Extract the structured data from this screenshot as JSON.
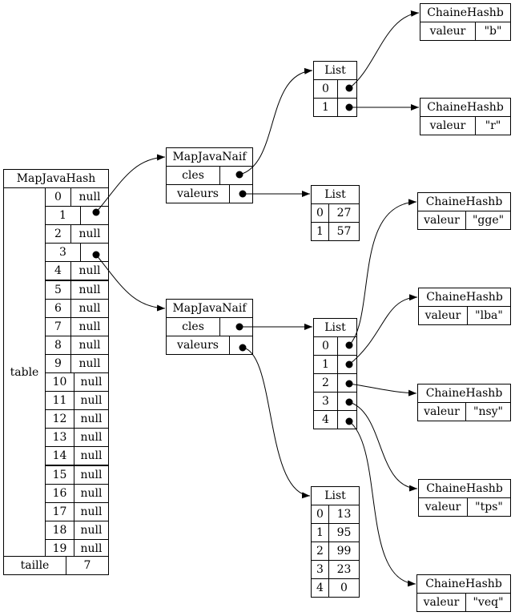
{
  "map_hash": {
    "title": "MapJavaHash",
    "table_label": "table",
    "table": [
      {
        "index": "0",
        "value": "null"
      },
      {
        "index": "1",
        "value": ""
      },
      {
        "index": "2",
        "value": "null"
      },
      {
        "index": "3",
        "value": ""
      },
      {
        "index": "4",
        "value": "null"
      },
      {
        "index": "5",
        "value": "null"
      },
      {
        "index": "6",
        "value": "null"
      },
      {
        "index": "7",
        "value": "null"
      },
      {
        "index": "8",
        "value": "null"
      },
      {
        "index": "9",
        "value": "null"
      },
      {
        "index": "10",
        "value": "null"
      },
      {
        "index": "11",
        "value": "null"
      },
      {
        "index": "12",
        "value": "null"
      },
      {
        "index": "13",
        "value": "null"
      },
      {
        "index": "14",
        "value": "null"
      },
      {
        "index": "15",
        "value": "null"
      },
      {
        "index": "16",
        "value": "null"
      },
      {
        "index": "17",
        "value": "null"
      },
      {
        "index": "18",
        "value": "null"
      },
      {
        "index": "19",
        "value": "null"
      }
    ],
    "size_label": "taille",
    "size_value": "7"
  },
  "naif_1": {
    "title": "MapJavaNaif",
    "keys_label": "cles",
    "values_label": "valeurs"
  },
  "naif_2": {
    "title": "MapJavaNaif",
    "keys_label": "cles",
    "values_label": "valeurs"
  },
  "list_keys_1": {
    "title": "List",
    "indices": [
      "0",
      "1"
    ]
  },
  "list_values_1": {
    "title": "List",
    "indices": [
      "0",
      "1"
    ],
    "values": [
      "27",
      "57"
    ]
  },
  "list_keys_2": {
    "title": "List",
    "indices": [
      "0",
      "1",
      "2",
      "3",
      "4"
    ]
  },
  "list_values_2": {
    "title": "List",
    "indices": [
      "0",
      "1",
      "2",
      "3",
      "4"
    ],
    "values": [
      "13",
      "95",
      "99",
      "23",
      "0"
    ]
  },
  "strings": [
    {
      "title": "ChaineHashb",
      "field": "valeur",
      "value": "\"b\""
    },
    {
      "title": "ChaineHashb",
      "field": "valeur",
      "value": "\"r\""
    },
    {
      "title": "ChaineHashb",
      "field": "valeur",
      "value": "\"gge\""
    },
    {
      "title": "ChaineHashb",
      "field": "valeur",
      "value": "\"lba\""
    },
    {
      "title": "ChaineHashb",
      "field": "valeur",
      "value": "\"nsy\""
    },
    {
      "title": "ChaineHashb",
      "field": "valeur",
      "value": "\"tps\""
    },
    {
      "title": "ChaineHashb",
      "field": "valeur",
      "value": "\"veq\""
    }
  ]
}
